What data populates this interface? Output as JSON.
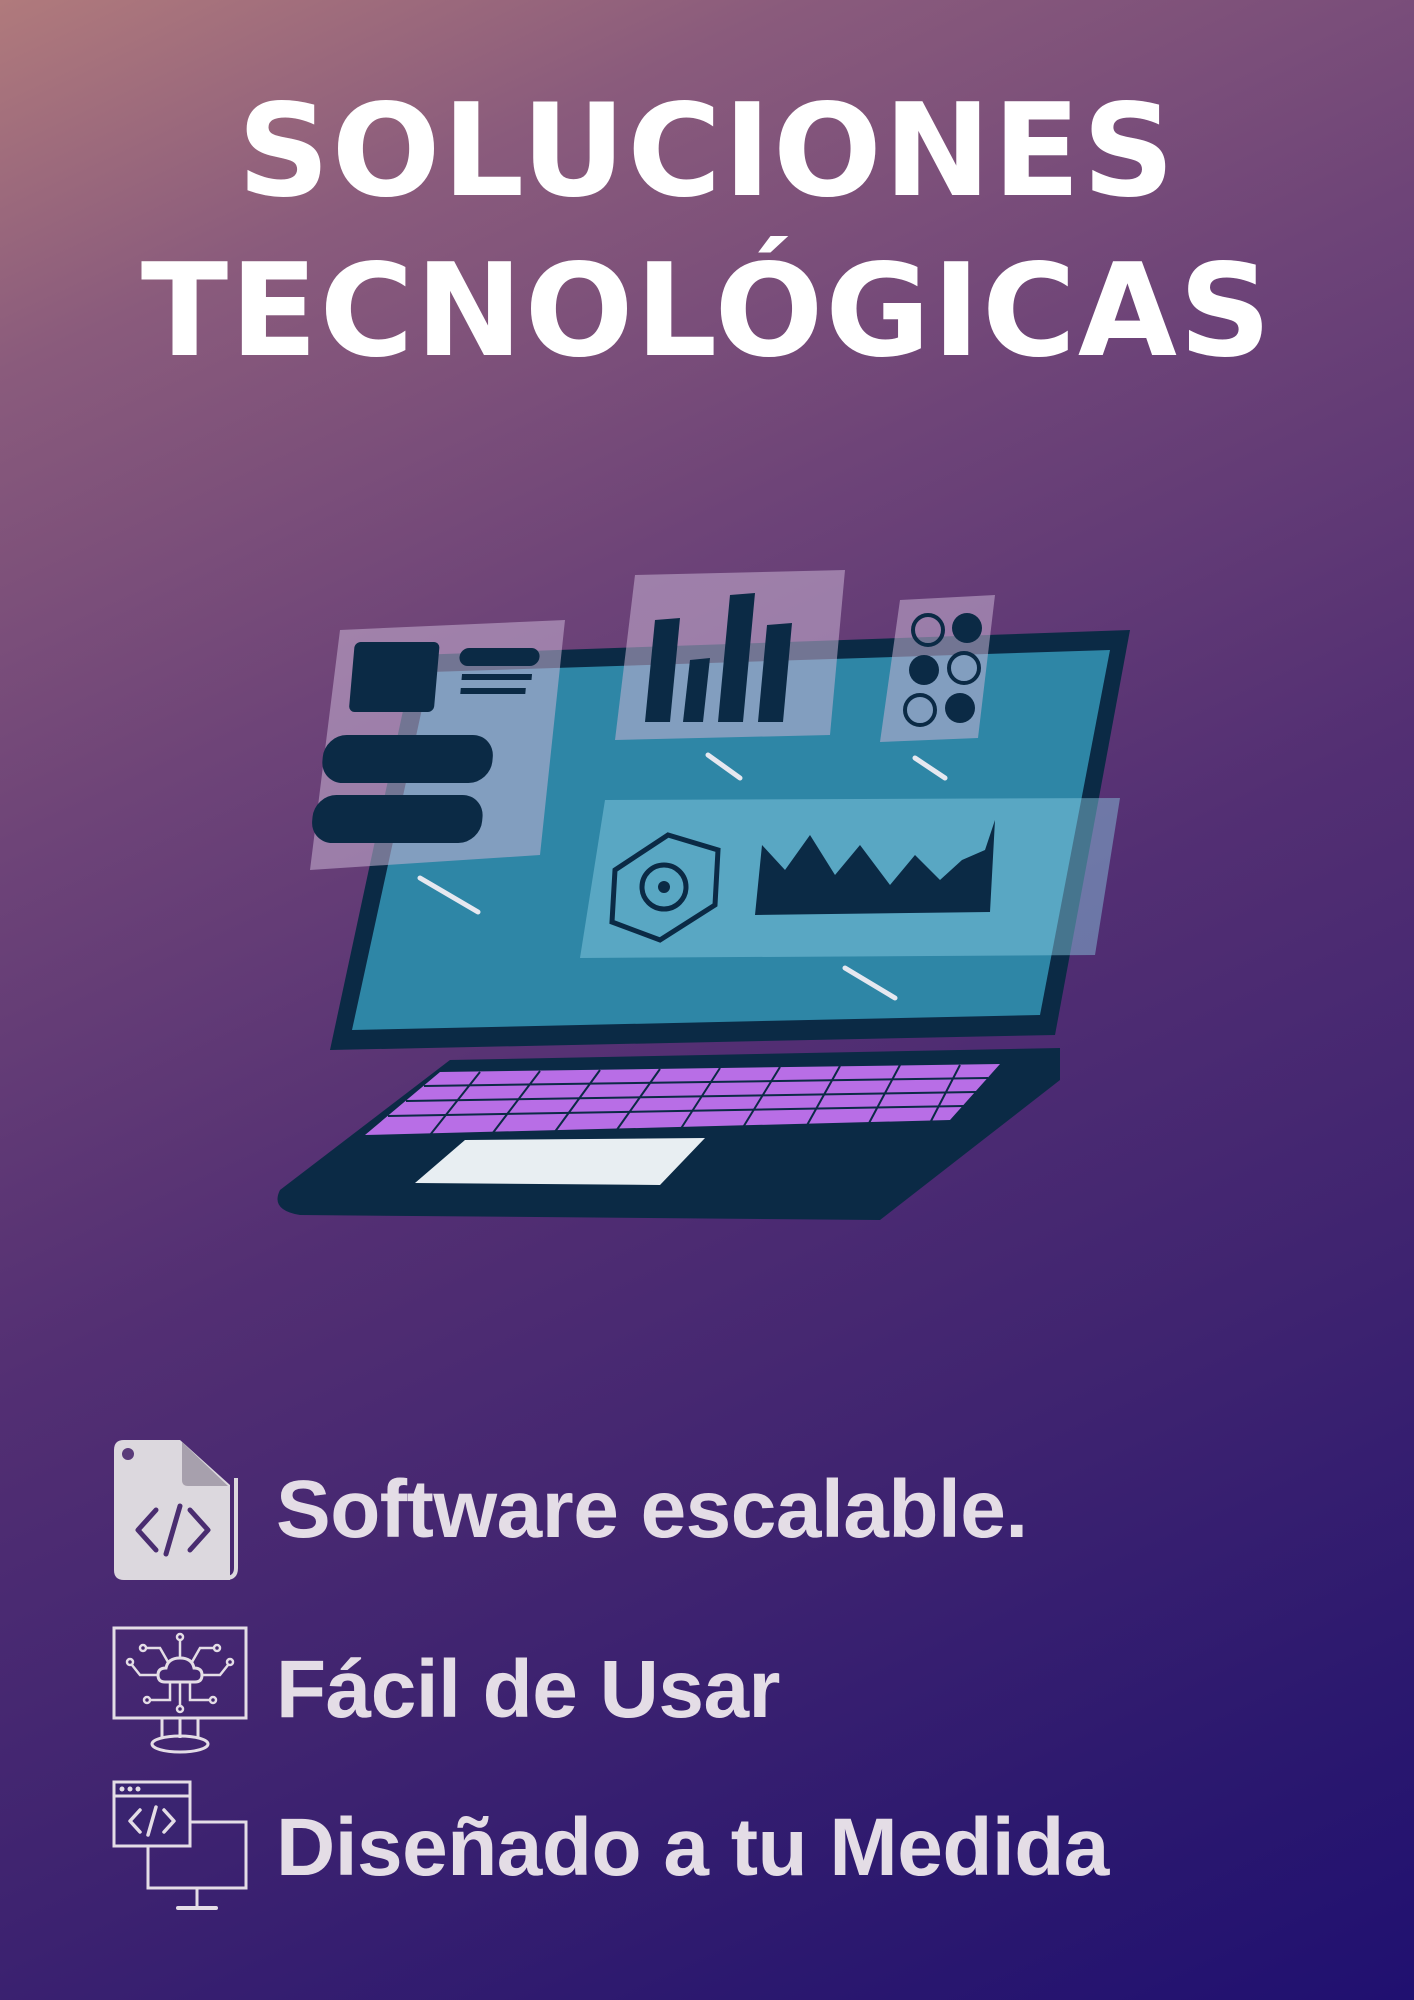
{
  "headline": {
    "line1": "SOLUCIONES",
    "line2": "TECNOLÓGICAS"
  },
  "colors": {
    "background_top": "#b07a7c",
    "background_bottom": "#201070",
    "laptop_body": "#0b2a45",
    "screen": "#2e86a6",
    "keyboard": "#b86ee6",
    "headline": "#ffffff",
    "feature_text": "#e4dde6"
  },
  "hero": {
    "icon": "laptop-dashboard-illustration"
  },
  "features": [
    {
      "icon": "code-file-icon",
      "label": "Software escalable."
    },
    {
      "icon": "cloud-circuit-monitor-icon",
      "label": "Fácil de Usar"
    },
    {
      "icon": "code-window-monitor-icon",
      "label": "Diseñado a tu Medida"
    }
  ]
}
